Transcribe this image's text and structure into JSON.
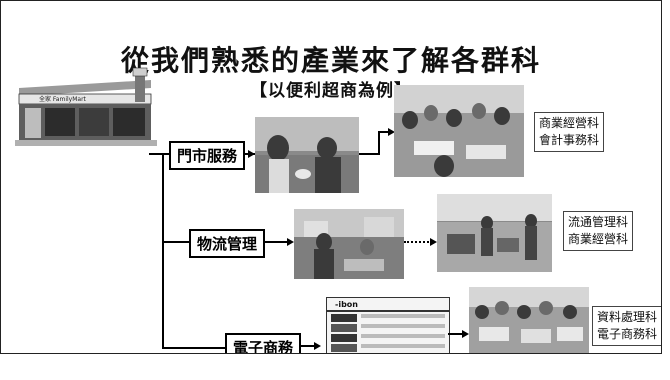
{
  "title": "從我們熟悉的產業來了解各群科",
  "subtitle": "【以便利超商為例】",
  "store": {
    "sign_text": "全家 FamilyMart"
  },
  "branches": [
    {
      "id": "store-service",
      "label": "門市服務",
      "departments": [
        "商業經營科",
        "會計事務科"
      ]
    },
    {
      "id": "logistics",
      "label": "物流管理",
      "departments": [
        "流通管理科",
        "商業經營科"
      ]
    },
    {
      "id": "ecommerce",
      "label": "電子商務",
      "departments": [
        "資料處理科",
        "電子商務科"
      ]
    }
  ],
  "ecommerce_screen": {
    "brand": "-ibon"
  }
}
